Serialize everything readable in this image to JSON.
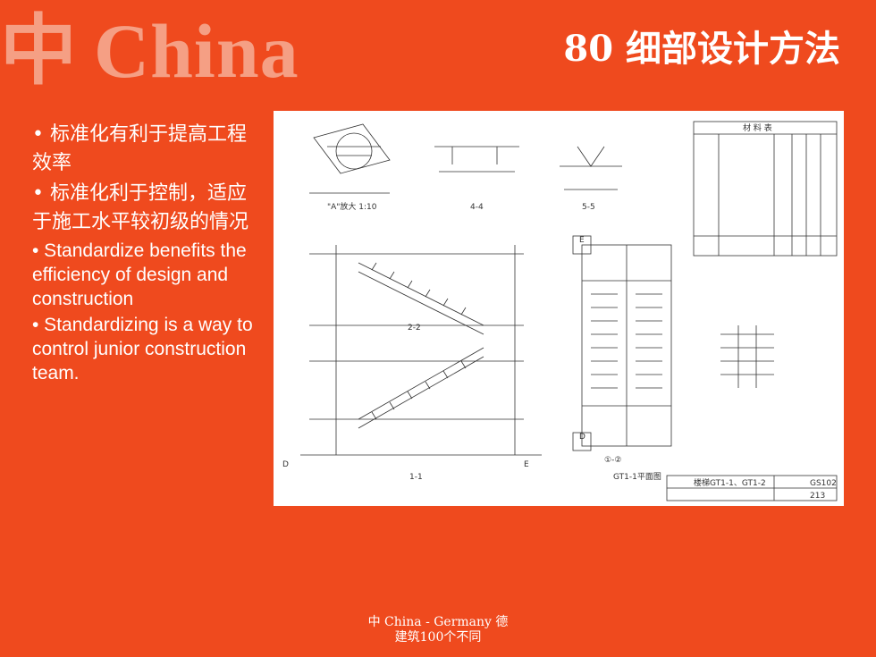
{
  "header": {
    "logo_zh": "中",
    "logo_en": "China",
    "title": "80 细部设计方法"
  },
  "bullets": [
    {
      "lang": "zh",
      "text": "• 标准化有利于提高工程效率"
    },
    {
      "lang": "zh",
      "text": "• 标准化利于控制，适应于施工水平较初级的情况"
    },
    {
      "lang": "en",
      "text": "• Standardize benefits the efficiency of design and construction"
    },
    {
      "lang": "en",
      "text": "• Standardizing is a way to control junior construction team."
    }
  ],
  "drawing": {
    "detail_a": "\"A\"放大 1:10",
    "section_44": "4-4",
    "section_55": "5-5",
    "section_22": "2-2",
    "section_11": "1-1",
    "plan_label": "GT1-1平面图",
    "table_title": "材 料 表",
    "title_block": "楼梯GT1-1、GT1-2",
    "axis_d": "D",
    "axis_e": "E",
    "axis_12": "①-②",
    "sheet_no": "213",
    "code": "GS102"
  },
  "footer": {
    "line1": "中 China - Germany 德",
    "line2": "建筑100个不同"
  }
}
